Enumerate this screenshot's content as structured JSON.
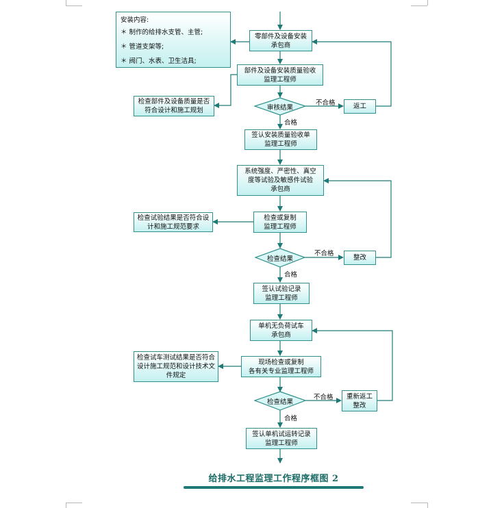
{
  "chart_title": "给排水工程监理工作程序框图 2",
  "install_note": {
    "heading": "安装内容:",
    "items": [
      "＊ 制作的给排水支管、主管;",
      "＊ 管道支架等;",
      "＊ 阀门、水表、卫生洁具;"
    ]
  },
  "steps": {
    "s1": [
      "零部件及设备安装",
      "承包商"
    ],
    "s2": [
      "部件及设备安装质量验收",
      "监理工程师"
    ],
    "s3": [
      "签认安装质量验收单",
      "监理工程师"
    ],
    "s4": [
      "系统强度、严密性、真空",
      "度等试验及敏感件试验",
      "承包商"
    ],
    "s5": [
      "检查或复制",
      "监理工程师"
    ],
    "s6": [
      "签认试验记录",
      "监理工程师"
    ],
    "s7": [
      "单机无负荷试车",
      "承包商"
    ],
    "s8": [
      "现场检查或复制",
      "各有关专业监理工程师"
    ],
    "s9": [
      "签认单机试运转记录",
      "监理工程师"
    ]
  },
  "side_notes": {
    "n1": "检查部件及设备质量是否符合设计和施工规划",
    "n2": "检查试验结果是否符合设计和施工规范要求",
    "n3": "检查试车测试结果是否符合设计施工规范和设计技术文件规定"
  },
  "decisions": {
    "d1": "审核结果",
    "d2": "检查结果",
    "d3": "检查结果"
  },
  "rework": {
    "r1": "返工",
    "r2": "整改",
    "r3": [
      "重新返工",
      "整改"
    ]
  },
  "edge_labels": {
    "fail": "不合格",
    "pass": "合格"
  },
  "colors": {
    "line": "#1f7a76",
    "box_border": "#2f8f8a",
    "box_fill_bottom": "#c4f0f0",
    "title": "#1a6b66"
  }
}
